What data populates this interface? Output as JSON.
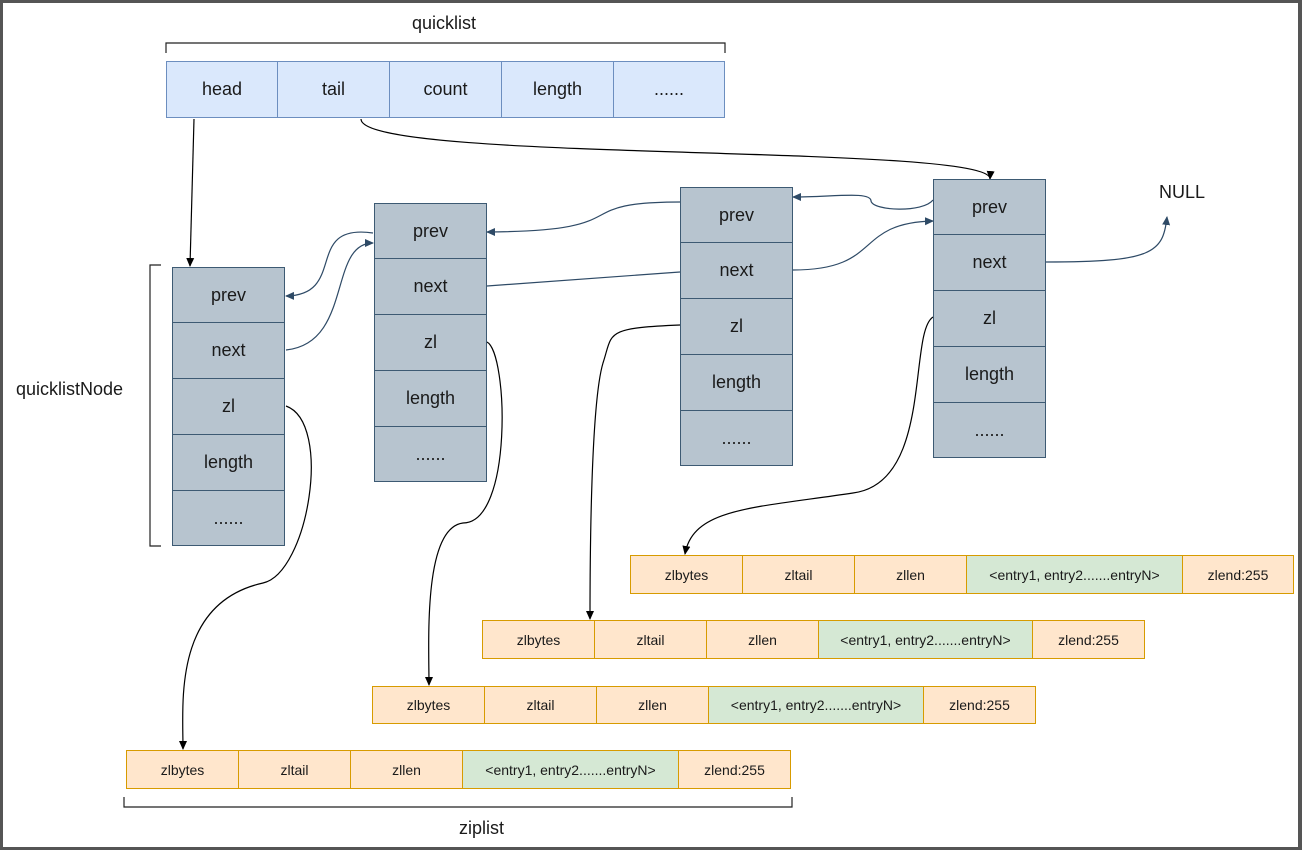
{
  "labels": {
    "quicklist": "quicklist",
    "quicklist_node": "quicklistNode",
    "ziplist": "ziplist",
    "null": "NULL"
  },
  "quicklist_fields": [
    "head",
    "tail",
    "count",
    "length",
    "......"
  ],
  "nodes": [
    {
      "fields": [
        "prev",
        "next",
        "zl",
        "length",
        "......"
      ]
    },
    {
      "fields": [
        "prev",
        "next",
        "zl",
        "length",
        "......"
      ]
    },
    {
      "fields": [
        "prev",
        "next",
        "zl",
        "length",
        "......"
      ]
    },
    {
      "fields": [
        "prev",
        "next",
        "zl",
        "length",
        "......"
      ]
    }
  ],
  "ziplists": [
    {
      "fields": [
        "zlbytes",
        "zltail",
        "zllen",
        "<entry1, entry2.......entryN>",
        "zlend:255"
      ]
    },
    {
      "fields": [
        "zlbytes",
        "zltail",
        "zllen",
        "<entry1, entry2.......entryN>",
        "zlend:255"
      ]
    },
    {
      "fields": [
        "zlbytes",
        "zltail",
        "zllen",
        "<entry1, entry2.......entryN>",
        "zlend:255"
      ]
    },
    {
      "fields": [
        "zlbytes",
        "zltail",
        "zllen",
        "<entry1, entry2.......entryN>",
        "zlend:255"
      ]
    }
  ],
  "colors": {
    "quicklist_fill": "#dae8fc",
    "quicklist_stroke": "#6c8ebf",
    "node_fill": "#b7c4cf",
    "node_stroke": "#3d5a73",
    "ziplist_fill": "#ffe6cc",
    "ziplist_stroke": "#d79b00",
    "entries_fill": "#d5e8d4",
    "arrow_black": "#000000",
    "arrow_blue": "#2e4a66"
  }
}
